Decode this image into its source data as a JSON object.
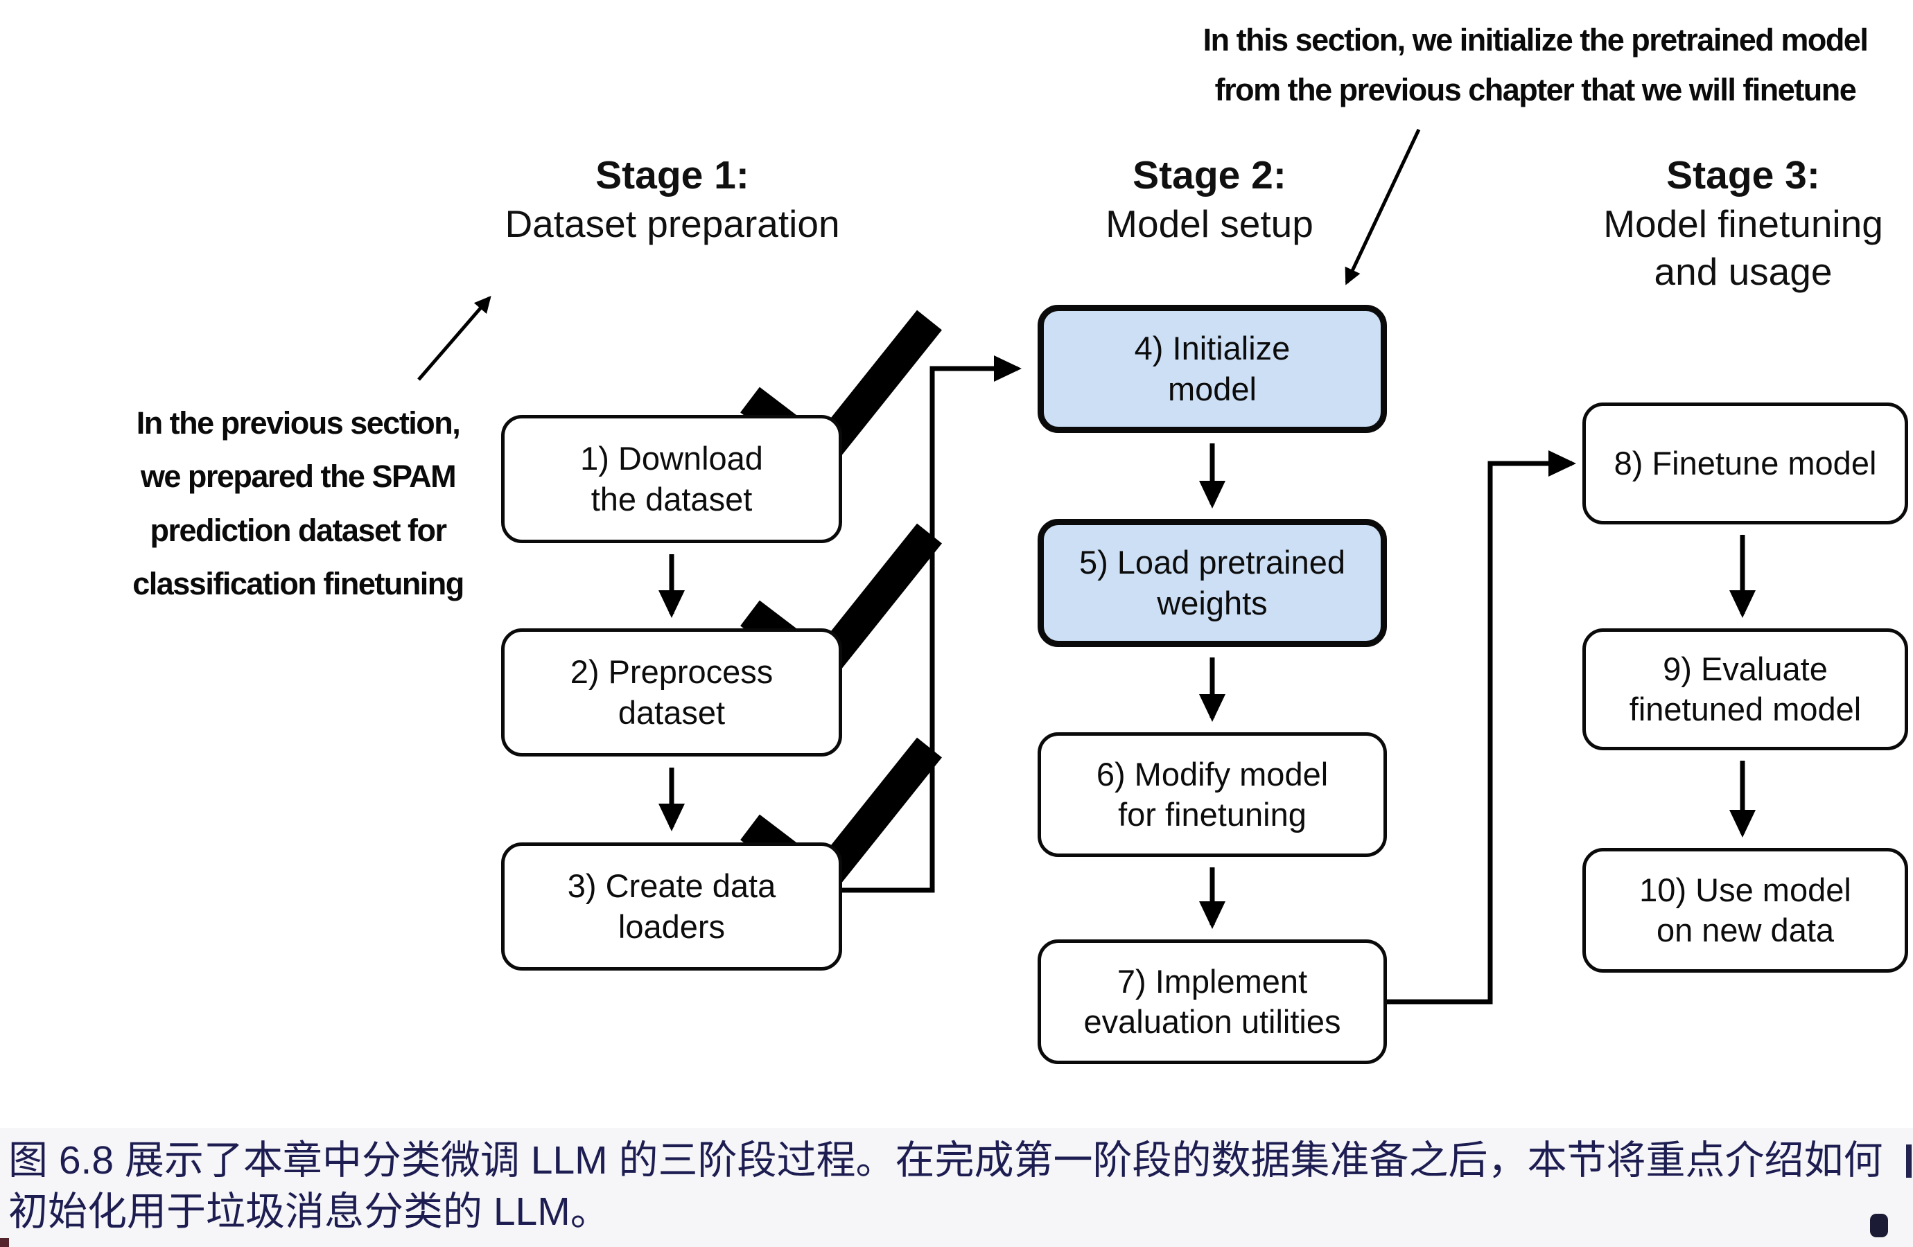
{
  "figure_caption": {
    "text": "图 6.8 展示了本章中分类微调 LLM 的三阶段过程。在完成第一阶段的数据集准备之后，本节将重点介绍如何\n初始化用于垃圾消息分类的 LLM。",
    "text_color": "#1d1d52"
  },
  "annotations": {
    "top_note": "In this section, we initialize the pretrained model\nfrom the previous chapter that we will finetune",
    "left_note": "In the previous section,\nwe prepared the SPAM\nprediction dataset for\nclassification finetuning"
  },
  "stages": [
    {
      "title": "Stage 1:",
      "subtitle": "Dataset preparation"
    },
    {
      "title": "Stage 2:",
      "subtitle": "Model setup"
    },
    {
      "title": "Stage 3:",
      "subtitle": "Model finetuning\nand usage"
    }
  ],
  "steps": [
    {
      "label": "1) Download\nthe dataset",
      "stage": 1,
      "completed": true,
      "highlighted": false
    },
    {
      "label": "2) Preprocess\ndataset",
      "stage": 1,
      "completed": true,
      "highlighted": false
    },
    {
      "label": "3) Create data\nloaders",
      "stage": 1,
      "completed": true,
      "highlighted": false
    },
    {
      "label": "4) Initialize\nmodel",
      "stage": 2,
      "completed": false,
      "highlighted": true
    },
    {
      "label": "5) Load pretrained\nweights",
      "stage": 2,
      "completed": false,
      "highlighted": true
    },
    {
      "label": "6) Modify model\nfor finetuning",
      "stage": 2,
      "completed": false,
      "highlighted": false
    },
    {
      "label": "7) Implement\nevaluation utilities",
      "stage": 2,
      "completed": false,
      "highlighted": false
    },
    {
      "label": "8) Finetune model",
      "stage": 3,
      "completed": false,
      "highlighted": false
    },
    {
      "label": "9) Evaluate\nfinetuned model",
      "stage": 3,
      "completed": false,
      "highlighted": false
    },
    {
      "label": "10) Use model\non new data",
      "stage": 3,
      "completed": false,
      "highlighted": false
    }
  ],
  "colors": {
    "highlight_fill": "#cddff5",
    "box_fill": "#ffffff",
    "line": "#000000"
  }
}
